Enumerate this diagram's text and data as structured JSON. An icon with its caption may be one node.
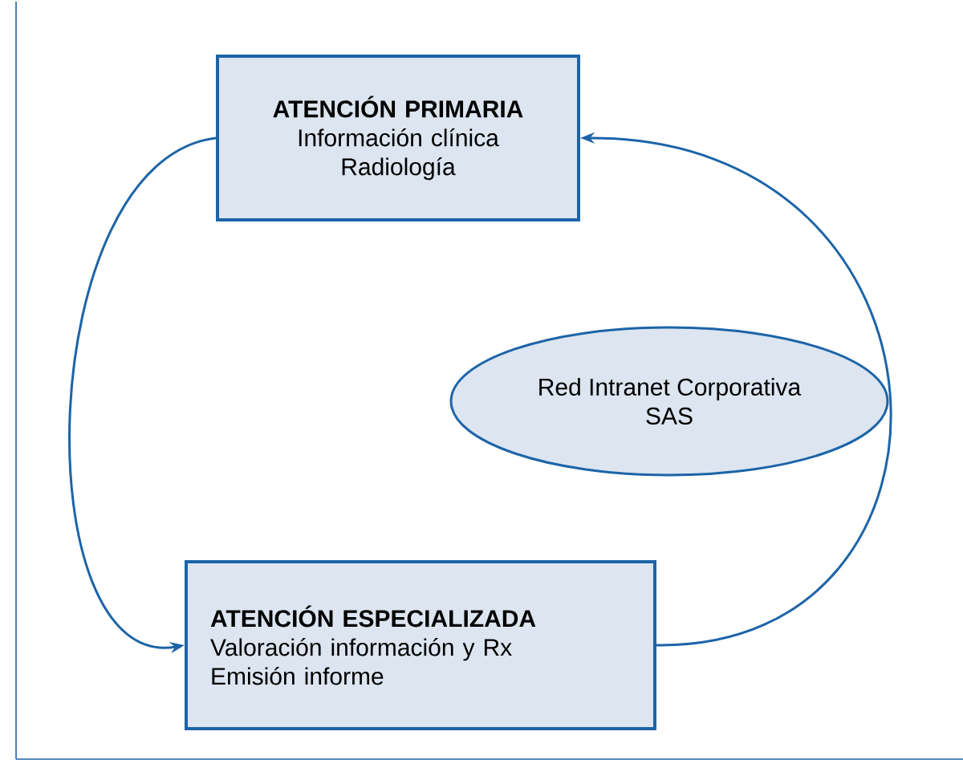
{
  "diagram": {
    "nodes": [
      {
        "text": [
          "ATENCIÓN PRIMARIA",
          "Información clínica",
          "Radiología"
        ]
      },
      {
        "text": [
          "Red Intranet Corporativa",
          "SAS"
        ]
      },
      {
        "text": [
          "ATENCIÓN ESPECIALIZADA",
          "Valoración información y Rx",
          "Emisión informe"
        ]
      }
    ],
    "edges": [
      {
        "from": 0,
        "to": 2,
        "arrow": "to"
      },
      {
        "from": 2,
        "to": 0,
        "arrow": "to"
      }
    ]
  }
}
